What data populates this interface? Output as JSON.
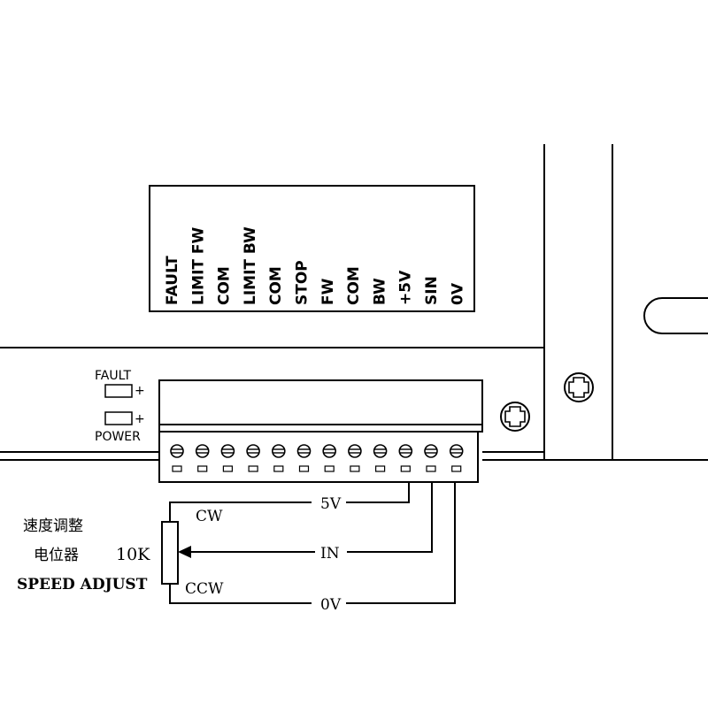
{
  "terminal_labels": [
    "FAULT",
    "LIMIT FW",
    "COM",
    "LIMIT BW",
    "COM",
    "STOP",
    "FW",
    "COM",
    "BW",
    "+5V",
    "SIN",
    "0V"
  ],
  "indicators": {
    "fault": "FAULT",
    "power": "POWER",
    "plus": "+"
  },
  "wires": {
    "five_volt": "5V",
    "input": "IN",
    "zero_volt": "0V"
  },
  "potentiometer": {
    "cw": "CW",
    "ccw": "CCW",
    "value": "10K",
    "chinese_line1": "速度调整",
    "chinese_line2": "电位器",
    "english": "SPEED ADJUST"
  }
}
